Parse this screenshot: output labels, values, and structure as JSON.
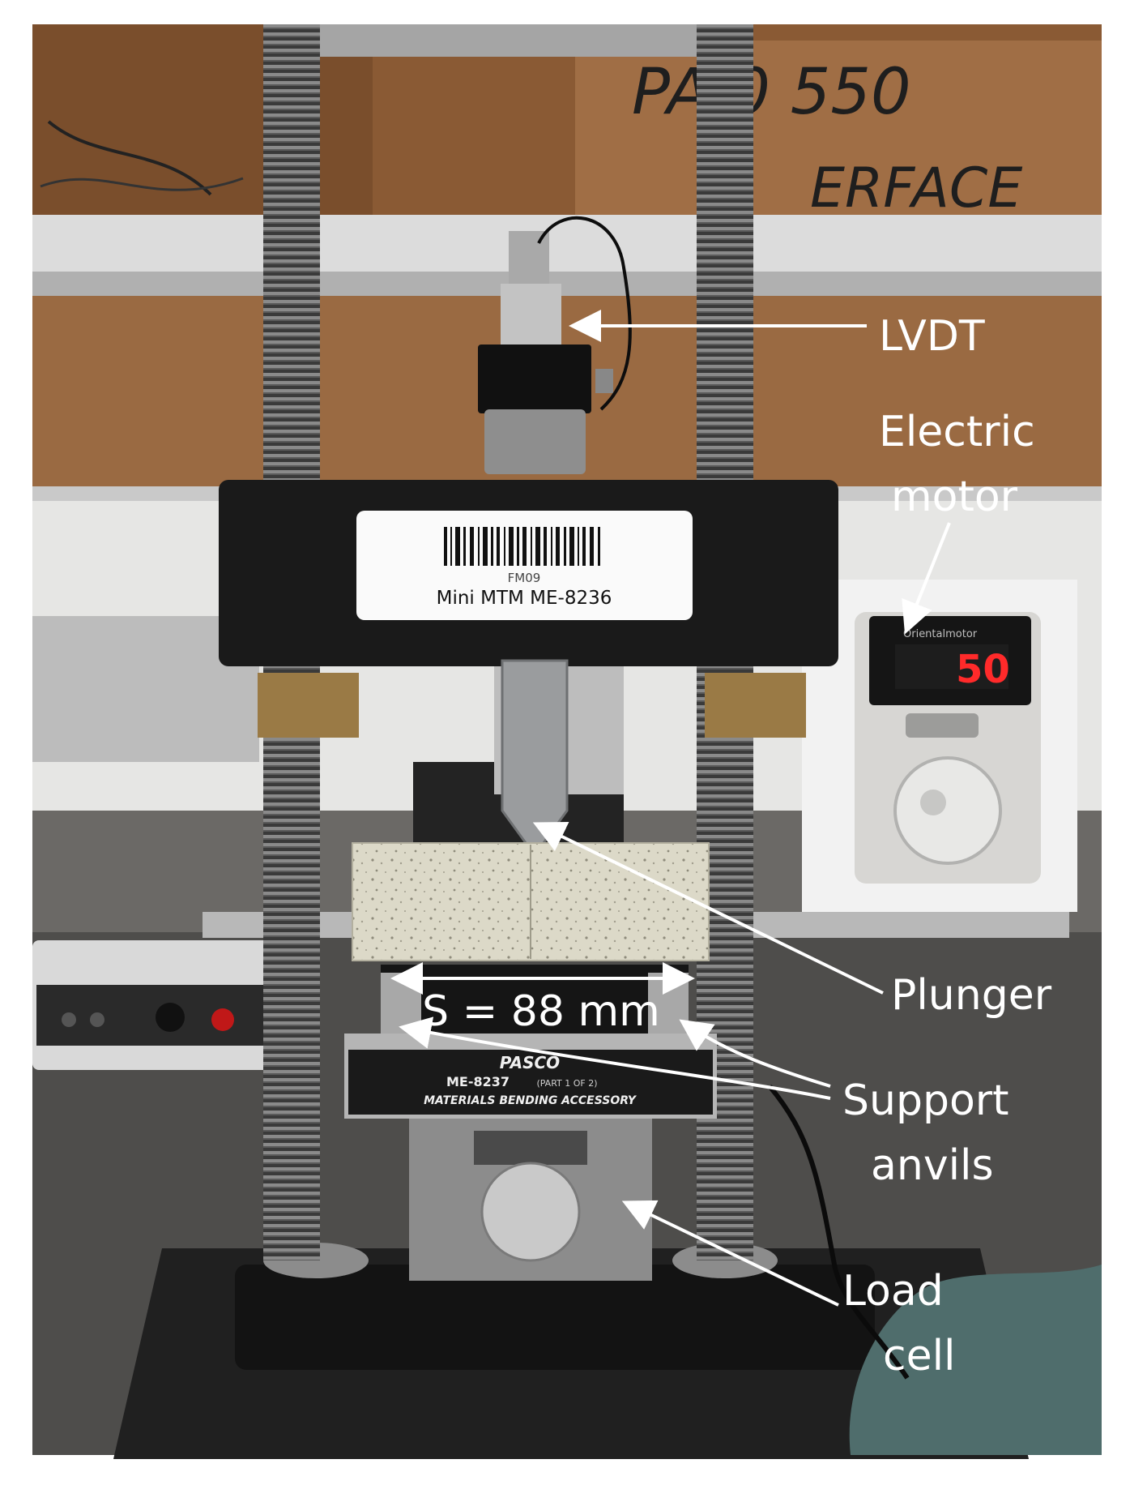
{
  "background_texts": {
    "box_writing_line1": "PA   0 550",
    "box_writing_line2": "ERFACE"
  },
  "equipment_labels": {
    "barcode_code": "FM09",
    "machine_name": "Mini MTM ME-8236",
    "accessory_brand": "PASCO",
    "accessory_model": "ME-8237",
    "accessory_part": "(PART 1 OF 2)",
    "accessory_name": "MATERIALS BENDING ACCESSORY",
    "motor_display": "50",
    "motor_brand": "Orientalmotor"
  },
  "annotations": {
    "lvdt": "LVDT",
    "electric_motor_line1": "Electric",
    "electric_motor_line2": "motor",
    "plunger": "Plunger",
    "support_anvils_line1": "Support",
    "support_anvils_line2": "anvils",
    "load_cell_line1": "Load",
    "load_cell_line2": "cell",
    "span": "S = 88 mm"
  },
  "colors": {
    "annotation_text": "#ffffff",
    "arrow": "#ffffff",
    "motor_digits": "#ff2a2a",
    "shelf_wood": "#8a5a34",
    "machine_black": "#1a1a1a"
  }
}
